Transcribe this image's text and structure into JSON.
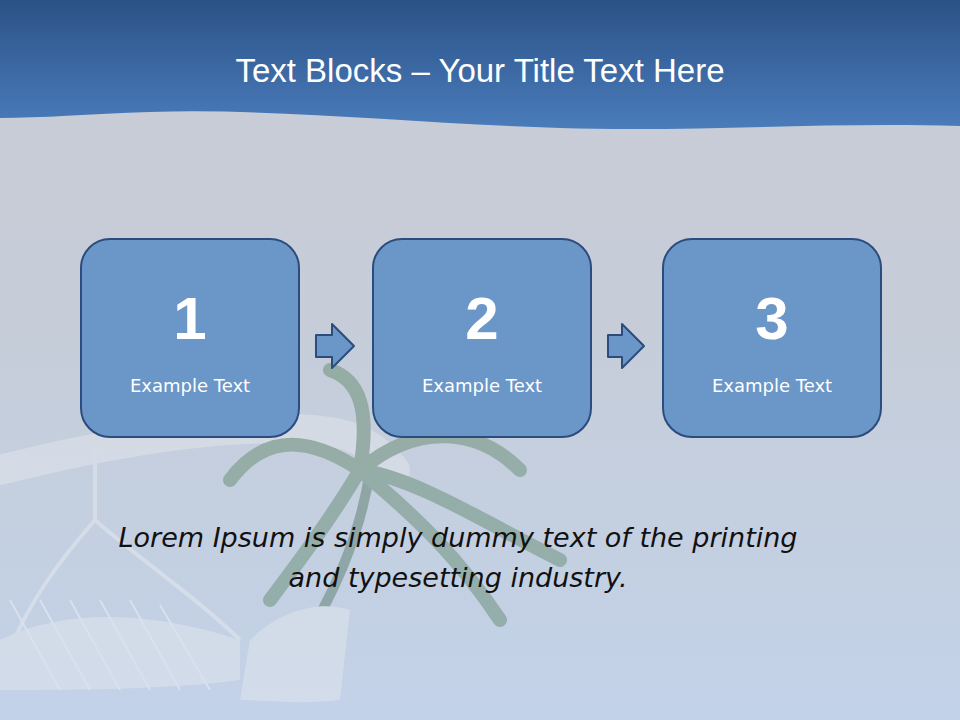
{
  "diagram": {
    "title": "Text Blocks – Your Title Text Here",
    "nodes": [
      {
        "text": [
          "1",
          "Example Text"
        ]
      },
      {
        "text": [
          "2",
          "Example Text"
        ]
      },
      {
        "text": [
          "3",
          "Example Text"
        ]
      }
    ],
    "edges": [
      {
        "from": 0,
        "to": 1,
        "arrow": "to"
      },
      {
        "from": 1,
        "to": 2,
        "arrow": "to"
      }
    ],
    "caption": "Lorem Ipsum is simply dummy text of the printing and typesetting industry."
  }
}
